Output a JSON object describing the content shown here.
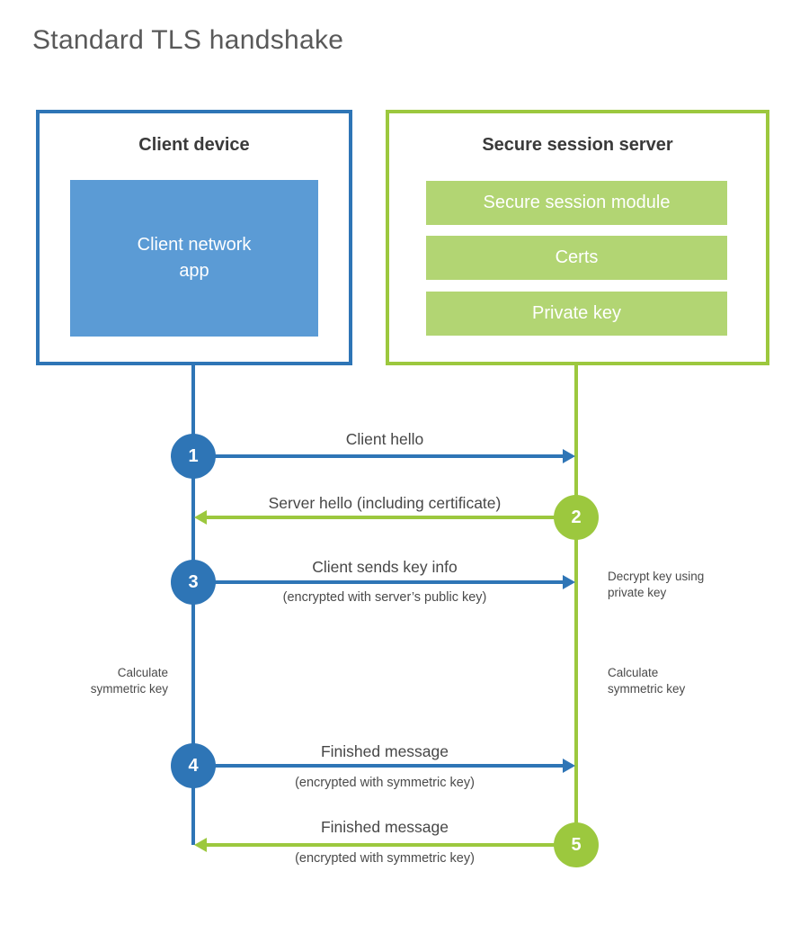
{
  "title": "Standard TLS handshake",
  "client": {
    "title": "Client device",
    "app_label": "Client network app"
  },
  "server": {
    "title": "Secure session server",
    "modules": [
      "Secure session module",
      "Certs",
      "Private key"
    ]
  },
  "steps": [
    {
      "num": "1",
      "label": "Client hello",
      "sub": "",
      "direction": "client-to-server"
    },
    {
      "num": "2",
      "label": "Server hello (including certificate)",
      "sub": "",
      "direction": "server-to-client"
    },
    {
      "num": "3",
      "label": "Client sends key info",
      "sub": "(encrypted with server’s public key)",
      "direction": "client-to-server"
    },
    {
      "num": "4",
      "label": "Finished message",
      "sub": "(encrypted with symmetric key)",
      "direction": "client-to-server"
    },
    {
      "num": "5",
      "label": "Finished message",
      "sub": "(encrypted with symmetric key)",
      "direction": "server-to-client"
    }
  ],
  "side_notes": {
    "decrypt": {
      "line1": "Decrypt key using",
      "line2": "private key"
    },
    "calc_client": {
      "line1": "Calculate",
      "line2": "symmetric key"
    },
    "calc_server": {
      "line1": "Calculate",
      "line2": "symmetric key"
    }
  },
  "colors": {
    "blue": "#2e75b6",
    "blue-light": "#5b9bd5",
    "green": "#9cc83e",
    "green-light": "#b2d573"
  }
}
